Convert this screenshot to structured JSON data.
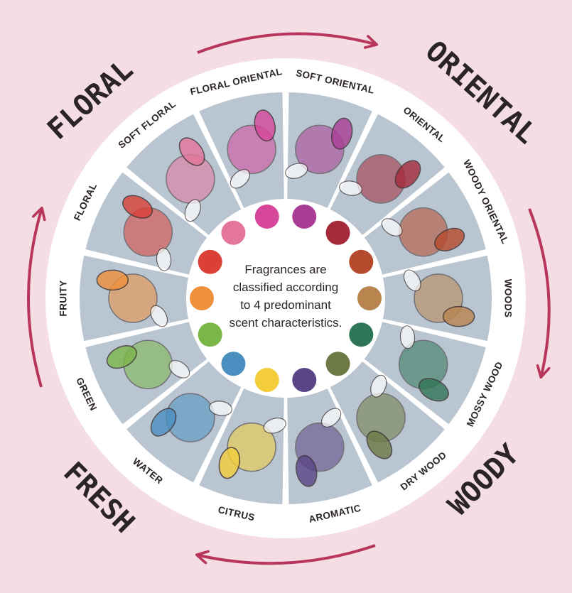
{
  "families": [
    {
      "name": "FLORAL"
    },
    {
      "name": "ORIENTAL"
    },
    {
      "name": "WOODY"
    },
    {
      "name": "FRESH"
    }
  ],
  "center_text": [
    "Fragrances are",
    "classified according",
    "to 4 predominant",
    "scent characteristics."
  ],
  "segments": [
    {
      "label": "FLORAL ORIENTAL",
      "color": "#d6469b",
      "icon": "kangaroo-paw-flower-icon"
    },
    {
      "label": "SOFT ORIENTAL",
      "color": "#a93d95",
      "icon": "cherry-blossom-icon"
    },
    {
      "label": "ORIENTAL",
      "color": "#a52a3c",
      "icon": "cinnamon-sticks-icon"
    },
    {
      "label": "WOODY ORIENTAL",
      "color": "#b64a2d",
      "icon": "cinnamon-bark-icon"
    },
    {
      "label": "WOODS",
      "color": "#b9854e",
      "icon": "wood-chips-scoop-icon"
    },
    {
      "label": "MOSSY WOOD",
      "color": "#2f7557",
      "icon": "fern-icon"
    },
    {
      "label": "DRY WOOD",
      "color": "#6e7a45",
      "icon": "dry-leaves-icon"
    },
    {
      "label": "AROMATIC",
      "color": "#5a4586",
      "icon": "herb-bundle-icon"
    },
    {
      "label": "CITRUS",
      "color": "#f3ce3a",
      "icon": "lemon-slice-icon"
    },
    {
      "label": "WATER",
      "color": "#4b8fc0",
      "icon": "rolled-towels-icon"
    },
    {
      "label": "GREEN",
      "color": "#7bb648",
      "icon": "lychee-icon"
    },
    {
      "label": "FRUITY",
      "color": "#ee903c",
      "icon": "pear-icon"
    },
    {
      "label": "FLORAL",
      "color": "#db4037",
      "icon": "rose-icon"
    },
    {
      "label": "SOFT FLORAL",
      "color": "#e4759c",
      "icon": "frangipani-icon"
    }
  ],
  "colors": {
    "background": "#f4dde3",
    "arrow": "#b8365d",
    "ring": "#ffffff",
    "segment_bg": "#b9c5d1"
  }
}
